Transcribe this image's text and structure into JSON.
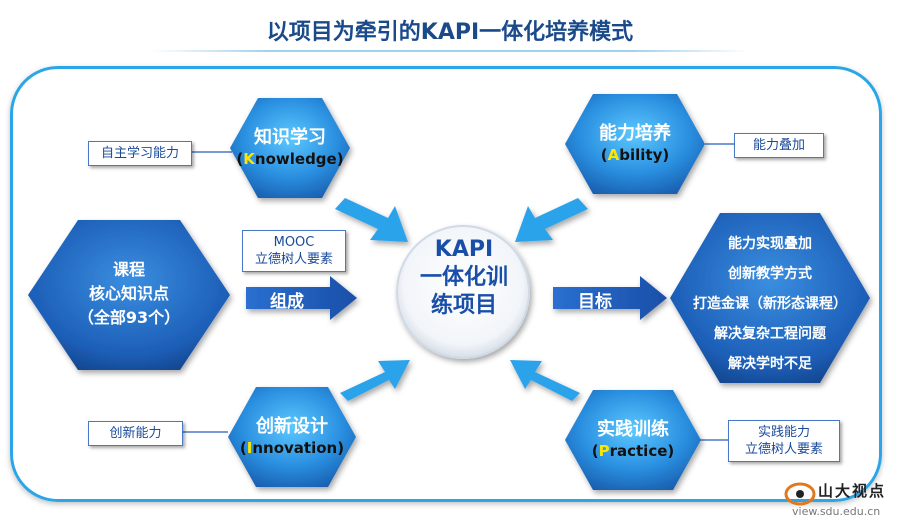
{
  "title": "以项目为牵引的KAPI一体化培养模式",
  "center": {
    "line1": "KAPI",
    "line2": "一体化训",
    "line3": "练项目"
  },
  "hexes": {
    "knowledge": {
      "title": "知识学习",
      "first": "K",
      "rest": "nowledge"
    },
    "ability": {
      "title": "能力培养",
      "first": "A",
      "rest": "bility"
    },
    "innovation": {
      "title": "创新设计",
      "first": "I",
      "rest": "nnovation"
    },
    "practice": {
      "title": "实践训练",
      "first": "P",
      "rest": "ractice"
    }
  },
  "tags": {
    "self_study": "自主学习能力",
    "ability_stack": "能力叠加",
    "mooc_line1": "MOOC",
    "mooc_line2": "立德树人要素",
    "innovation_ability": "创新能力",
    "practice_line1": "实践能力",
    "practice_line2": "立德树人要素"
  },
  "course": {
    "line1": "课程",
    "line2": "核心知识点",
    "line3": "（全部93个）"
  },
  "arrows": {
    "compose": "组成",
    "goal": "目标"
  },
  "goals": [
    "能力实现叠加",
    "创新教学方式",
    "打造金课（新形态课程）",
    "解决复杂工程问题",
    "解决学时不足"
  ],
  "watermark": {
    "brand": "山大视点",
    "url": "view.sdu.edu.cn"
  },
  "colors": {
    "accent": "#2aa6e8",
    "dark_blue": "#1a4a8a",
    "hex_fill": "#2b8fe0",
    "highlight": "#ffe600"
  }
}
